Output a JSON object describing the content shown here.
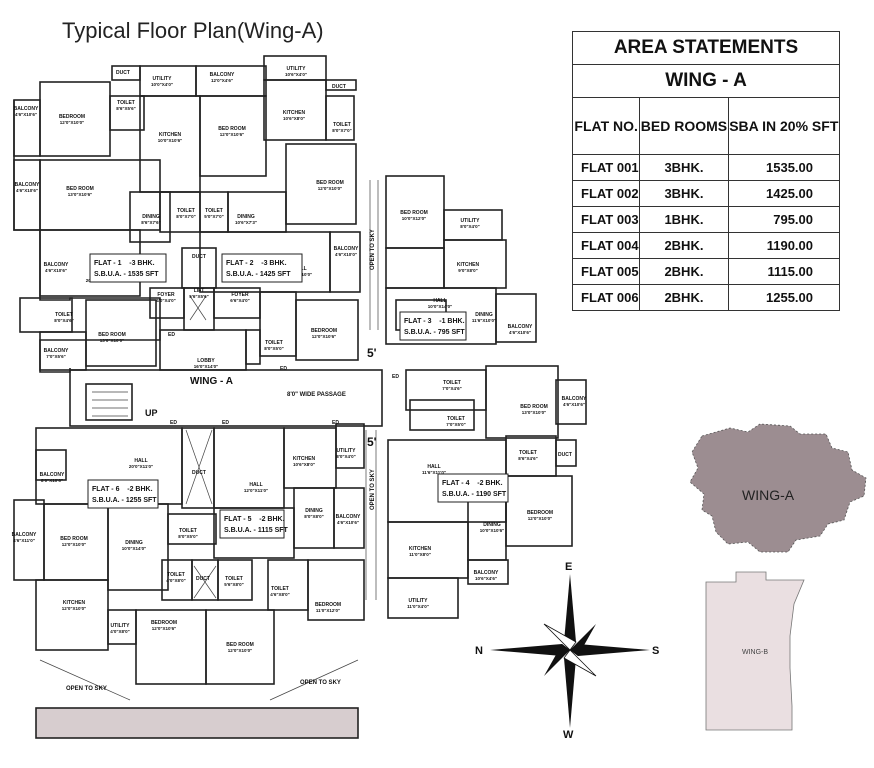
{
  "title": "Typical Floor Plan(Wing-A)",
  "area_table": {
    "heading": "AREA STATEMENTS",
    "wing": "WING - A",
    "columns": [
      "FLAT NO.",
      "BED ROOMS",
      "SBA IN 20% SFT"
    ],
    "rows": [
      {
        "flat": "FLAT 001",
        "beds": "3BHK.",
        "sba": "1535.00"
      },
      {
        "flat": "FLAT 002",
        "beds": "3BHK.",
        "sba": "1425.00"
      },
      {
        "flat": "FLAT 003",
        "beds": "1BHK.",
        "sba": "795.00"
      },
      {
        "flat": "FLAT 004",
        "beds": "2BHK.",
        "sba": "1190.00"
      },
      {
        "flat": "FLAT 005",
        "beds": "2BHK.",
        "sba": "1115.00"
      },
      {
        "flat": "FLAT 006",
        "beds": "2BHK.",
        "sba": "1255.00"
      }
    ]
  },
  "flats": [
    {
      "line1": "FLAT - 1    -3 BHK.",
      "line2": "S.B.U.A. - 1535 SFT"
    },
    {
      "line1": "FLAT - 2    -3 BHK.",
      "line2": "S.B.U.A. - 1425 SFT"
    },
    {
      "line1": "FLAT - 3    -1 BHK.",
      "line2": "S.B.U.A. - 795 SFT"
    },
    {
      "line1": "FLAT - 4    -2 BHK.",
      "line2": "S.B.U.A. - 1190 SFT"
    },
    {
      "line1": "FLAT - 5    -2 BHK.",
      "line2": "S.B.U.A. - 1115 SFT"
    },
    {
      "line1": "FLAT - 6    -2 BHK.",
      "line2": "S.B.U.A. - 1255 SFT"
    }
  ],
  "rooms": [
    {
      "name": "BALCONY",
      "dim": "4'6\"X10'6\""
    },
    {
      "name": "BEDROOM",
      "dim": "12'0\"X10'0\""
    },
    {
      "name": "TOILET",
      "dim": "8'6\"X5'6\""
    },
    {
      "name": "UTILITY",
      "dim": "10'0\"X4'0\""
    },
    {
      "name": "BALCONY",
      "dim": "12'0\"X4'6\""
    },
    {
      "name": "UTILITY",
      "dim": "10'6\"X4'0\""
    },
    {
      "name": "KITCHEN",
      "dim": "10'0\"X10'6\""
    },
    {
      "name": "BED ROOM",
      "dim": "12'0\"X10'6\""
    },
    {
      "name": "KITCHEN",
      "dim": "10'6\"X8'0\""
    },
    {
      "name": "TOILET",
      "dim": "8'0\"X7'0\""
    },
    {
      "name": "BALCONY",
      "dim": "4'6\"X10'6\""
    },
    {
      "name": "BED ROOM",
      "dim": "13'0\"X10'6\""
    },
    {
      "name": "HALL",
      "dim": ""
    },
    {
      "name": "BED ROOM",
      "dim": "12'0\"X10'0\""
    },
    {
      "name": "DINING",
      "dim": "8'6\"X7'6\""
    },
    {
      "name": "TOILET",
      "dim": "8'0\"X7'0\""
    },
    {
      "name": "TOILET",
      "dim": "5'0\"X7'0\""
    },
    {
      "name": "DINING",
      "dim": "10'6\"X7'3\""
    },
    {
      "name": "BED ROOM",
      "dim": "10'0\"X12'0\""
    },
    {
      "name": "UTILITY",
      "dim": "8'0\"X4'0\""
    },
    {
      "name": "BALCONY",
      "dim": "4'6\"X10'0\""
    },
    {
      "name": "HALL",
      "dim": "20'0\"X12'0\""
    },
    {
      "name": "HALL",
      "dim": "20'3\"X10'0\""
    },
    {
      "name": "KITCHEN",
      "dim": "9'0\"X8'0\""
    },
    {
      "name": "BALCONY",
      "dim": "4'6\"X10'6\""
    },
    {
      "name": "LIFT",
      "dim": "5'6\"X5'6\""
    },
    {
      "name": "FOYER",
      "dim": "4'0\"X4'0\""
    },
    {
      "name": "FOYER",
      "dim": "6'6\"X4'0\""
    },
    {
      "name": "HALL",
      "dim": "10'0\"X14'0\""
    },
    {
      "name": "DINING",
      "dim": "11'6\"X10'0\""
    },
    {
      "name": "TOILET",
      "dim": "8'0\"X4'6\""
    },
    {
      "name": "BED ROOM",
      "dim": "13'0\"X10'0\""
    },
    {
      "name": "TOILET",
      "dim": "8'0\"X5'0\""
    },
    {
      "name": "BEDROOM",
      "dim": "12'0\"X10'6\""
    },
    {
      "name": "BALCONY",
      "dim": "4'6\"X10'6\""
    },
    {
      "name": "BALCONY",
      "dim": "7'0\"X5'6\""
    },
    {
      "name": "LOBBY",
      "dim": "16'0\"X14'0\""
    },
    {
      "name": "TOILET",
      "dim": "7'0\"X4'6\""
    },
    {
      "name": "TOILET",
      "dim": "7'0\"X5'0\""
    },
    {
      "name": "BED ROOM",
      "dim": "13'0\"X10'0\""
    },
    {
      "name": "BALCONY",
      "dim": "4'6\"X10'6\""
    },
    {
      "name": "HALL",
      "dim": "20'0\"X11'0\""
    },
    {
      "name": "KITCHEN",
      "dim": "10'6\"X8'0\""
    },
    {
      "name": "UTILITY",
      "dim": "8'0\"X4'0\""
    },
    {
      "name": "HALL",
      "dim": "12'0\"X11'0\""
    },
    {
      "name": "HALL",
      "dim": "11'6\"X11'0\""
    },
    {
      "name": "TOILET",
      "dim": "8'6\"X4'6\""
    },
    {
      "name": "BALCONY",
      "dim": "8'0\"X10'6\""
    },
    {
      "name": "BEDROOM",
      "dim": "12'0\"X10'0\""
    },
    {
      "name": "DINING",
      "dim": "10'0\"X14'0\""
    },
    {
      "name": "TOILET",
      "dim": "8'0\"X5'0\""
    },
    {
      "name": "DINING",
      "dim": "8'0\"X8'0\""
    },
    {
      "name": "BALCONY",
      "dim": "4'6\"X10'6\""
    },
    {
      "name": "DINING",
      "dim": "10'0\"X10'6\""
    },
    {
      "name": "BED ROOM",
      "dim": "12'0\"X10'0\""
    },
    {
      "name": "BALCONY",
      "dim": "4'6\"X11'0\""
    },
    {
      "name": "KITCHEN",
      "dim": "11'0\"X8'0\""
    },
    {
      "name": "BALCONY",
      "dim": "10'6\"X4'6\""
    },
    {
      "name": "TOILET",
      "dim": "4'0\"X8'0\""
    },
    {
      "name": "TOILET",
      "dim": "5'6\"X8'0\""
    },
    {
      "name": "TOILET",
      "dim": "4'6\"X8'0\""
    },
    {
      "name": "BEDROOM",
      "dim": "11'0\"X12'0\""
    },
    {
      "name": "KITCHEN",
      "dim": "12'0\"X10'0\""
    },
    {
      "name": "UTILITY",
      "dim": "4'0\"X8'0\""
    },
    {
      "name": "UTILITY",
      "dim": "11'0\"X4'0\""
    },
    {
      "name": "BEDROOM",
      "dim": "12'0\"X10'6\""
    },
    {
      "name": "BED ROOM",
      "dim": "12'0\"X10'0\""
    }
  ],
  "labels": {
    "wing": "WING - A",
    "passage": "8'0\" WIDE PASSAGE",
    "up": "UP",
    "duct": "DUCT",
    "open_to_sky": "OPEN TO SKY",
    "ed": "ED",
    "five": "5'"
  },
  "compass": {
    "north": "N",
    "south": "S",
    "east": "E",
    "west": "W"
  },
  "key_plan": {
    "wing_a": "WING-A",
    "wing_b": "WING-B"
  },
  "colors": {
    "wing_a_fill": "#9c8d91",
    "wing_b_fill": "#eadfe1",
    "lines": "#222222"
  }
}
